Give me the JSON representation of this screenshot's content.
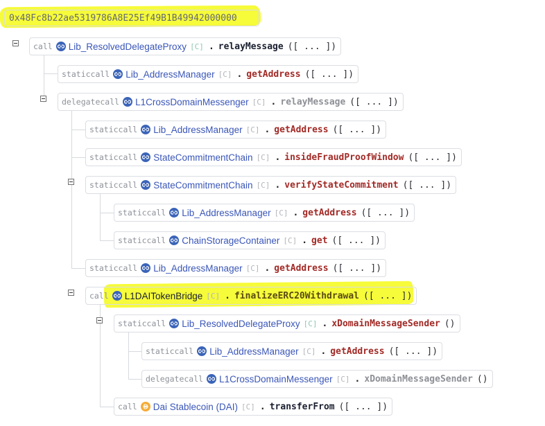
{
  "address": "0x48Fc8b22ae5319786A8E25Ef49B1B49942000000",
  "params_collapsed": "([ ... ])",
  "params_empty": "()",
  "nodes": [
    {
      "type": "call",
      "contract": "Lib_ResolvedDelegateProxy",
      "tag": "[C]",
      "fn": "relayMessage"
    },
    {
      "type": "staticcall",
      "contract": "Lib_AddressManager",
      "tag": "[C]",
      "fn": "getAddress"
    },
    {
      "type": "delegatecall",
      "contract": "L1CrossDomainMessenger",
      "tag": "[C]",
      "fn": "relayMessage"
    },
    {
      "type": "staticcall",
      "contract": "Lib_AddressManager",
      "tag": "[C]",
      "fn": "getAddress"
    },
    {
      "type": "staticcall",
      "contract": "StateCommitmentChain",
      "tag": "[C]",
      "fn": "insideFraudProofWindow"
    },
    {
      "type": "staticcall",
      "contract": "StateCommitmentChain",
      "tag": "[C]",
      "fn": "verifyStateCommitment"
    },
    {
      "type": "staticcall",
      "contract": "Lib_AddressManager",
      "tag": "[C]",
      "fn": "getAddress"
    },
    {
      "type": "staticcall",
      "contract": "ChainStorageContainer",
      "tag": "[C]",
      "fn": "get"
    },
    {
      "type": "staticcall",
      "contract": "Lib_AddressManager",
      "tag": "[C]",
      "fn": "getAddress"
    },
    {
      "type": "call",
      "contract": "L1DAITokenBridge",
      "tag": "[C]",
      "fn": "finalizeERC20Withdrawal"
    },
    {
      "type": "staticcall",
      "contract": "Lib_ResolvedDelegateProxy",
      "tag": "[C]",
      "fn": "xDomainMessageSender"
    },
    {
      "type": "staticcall",
      "contract": "Lib_AddressManager",
      "tag": "[C]",
      "fn": "getAddress"
    },
    {
      "type": "delegatecall",
      "contract": "L1CrossDomainMessenger",
      "tag": "[C]",
      "fn": "xDomainMessageSender"
    },
    {
      "type": "call",
      "contract": "Dai Stablecoin (DAI)",
      "tag": "[C]",
      "fn": "transferFrom"
    }
  ],
  "colors": {
    "highlight": "#f6fb3a",
    "contract_link": "#3a56b8",
    "function_name": "#a22a26",
    "contract_icon": "#3b64b8",
    "dai_icon": "#f5ac37"
  },
  "icons": {
    "contract": "contract-link-icon",
    "token": "dai-token-icon",
    "toggle": "collapse-minus-icon"
  }
}
